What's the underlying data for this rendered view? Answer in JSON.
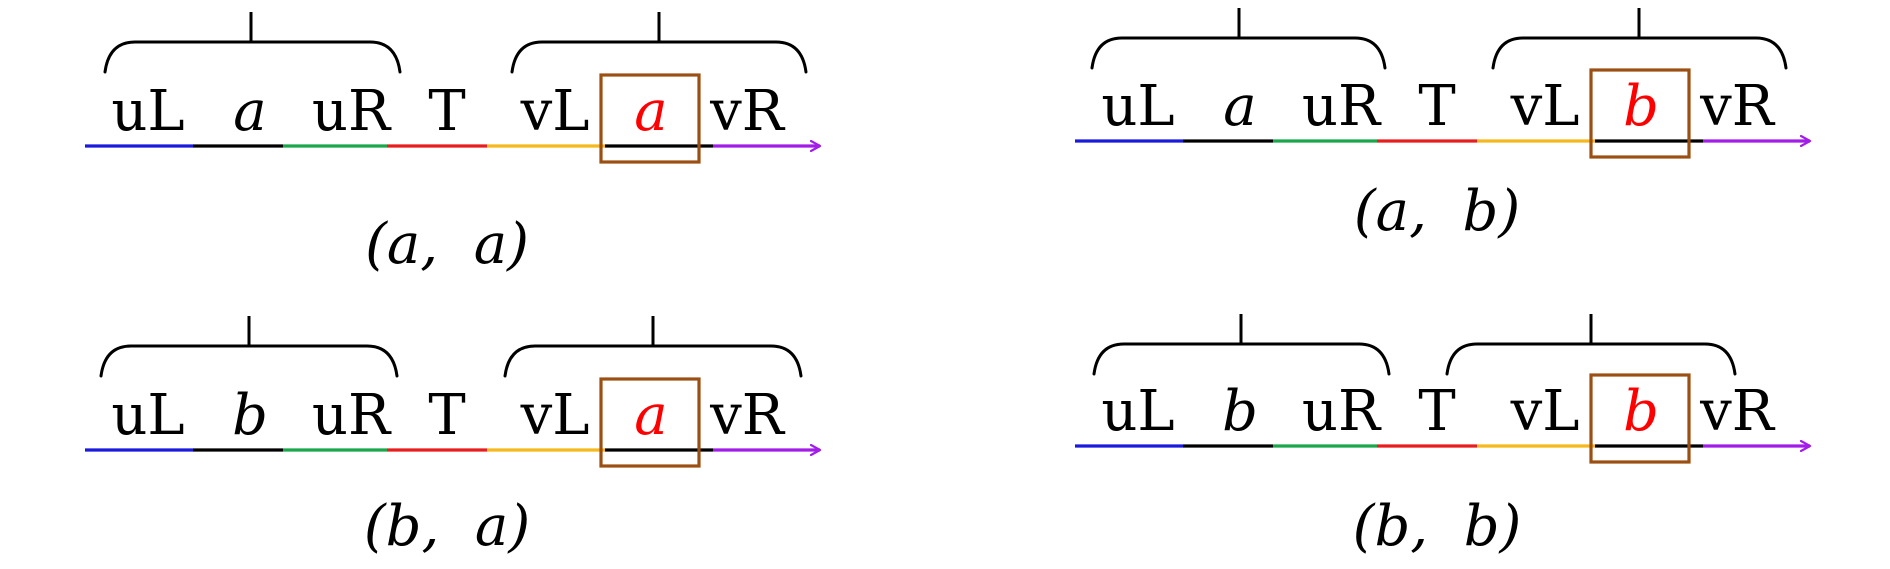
{
  "colors": {
    "uL_segment": "#1a1adc",
    "a_segment": "#000000",
    "uR_segment": "#1aa64a",
    "T_segment": "#e81e1e",
    "vL_segment": "#f5b91e",
    "vR_segment": "#a21ee8",
    "highlight_box": "#9c4f12",
    "highlight_letter": "#ff0000",
    "brace": "#000000",
    "text": "#000000"
  },
  "panels": [
    {
      "id": "aa",
      "tokens": [
        "uL",
        "a",
        "uR",
        "T",
        "vL",
        "a",
        "vR"
      ],
      "caption": "(a,  a)"
    },
    {
      "id": "ab",
      "tokens": [
        "uL",
        "a",
        "uR",
        "T",
        "vL",
        "b",
        "vR"
      ],
      "caption": "(a,  b)"
    },
    {
      "id": "ba",
      "tokens": [
        "uL",
        "b",
        "uR",
        "T",
        "vL",
        "a",
        "vR"
      ],
      "caption": "(b,  a)"
    },
    {
      "id": "bb",
      "tokens": [
        "uL",
        "b",
        "uR",
        "T",
        "vL",
        "b",
        "vR"
      ],
      "caption": "(b,  b)"
    }
  ]
}
